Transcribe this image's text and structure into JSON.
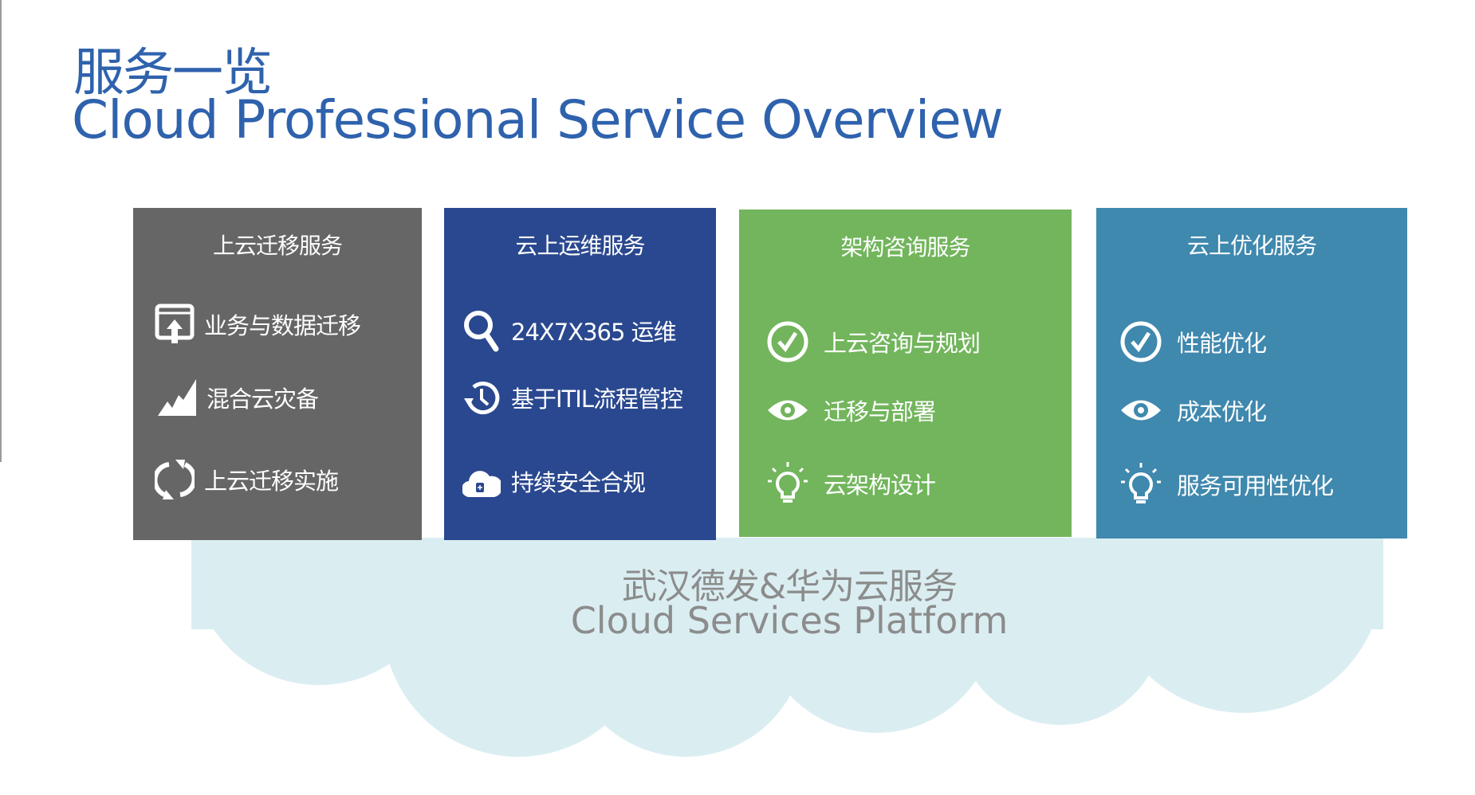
{
  "header": {
    "title_cn": "服务一览",
    "title_en": "Cloud Professional Service Overview"
  },
  "colors": {
    "title": "#2f62ad",
    "migration": "#666666",
    "operations": "#2a488f",
    "consulting": "#72b55c",
    "optimization": "#3f88ae",
    "cloud": "#daeef2",
    "cloud_text": "#8c8c8c"
  },
  "panels": [
    {
      "title": "上云迁移服务",
      "items": [
        {
          "icon": "upload-window-icon",
          "label": "业务与数据迁移"
        },
        {
          "icon": "mountain-chart-icon",
          "label": "混合云灾备"
        },
        {
          "icon": "refresh-icon",
          "label": "上云迁移实施"
        }
      ]
    },
    {
      "title": "云上运维服务",
      "items": [
        {
          "icon": "search-icon",
          "label": "24X7X365 运维"
        },
        {
          "icon": "history-icon",
          "label": "基于ITIL流程管控"
        },
        {
          "icon": "cloud-shield-icon",
          "label": "持续安全合规"
        }
      ]
    },
    {
      "title": "架构咨询服务",
      "items": [
        {
          "icon": "check-circle-icon",
          "label": "上云咨询与规划"
        },
        {
          "icon": "eye-icon",
          "label": "迁移与部署"
        },
        {
          "icon": "lightbulb-icon",
          "label": "云架构设计"
        }
      ]
    },
    {
      "title": "云上优化服务",
      "items": [
        {
          "icon": "check-circle-icon",
          "label": "性能优化"
        },
        {
          "icon": "eye-icon",
          "label": "成本优化"
        },
        {
          "icon": "lightbulb-icon",
          "label": "服务可用性优化"
        }
      ]
    }
  ],
  "platform": {
    "title_cn": "武汉德发&华为云服务",
    "title_en": "Cloud Services Platform"
  }
}
